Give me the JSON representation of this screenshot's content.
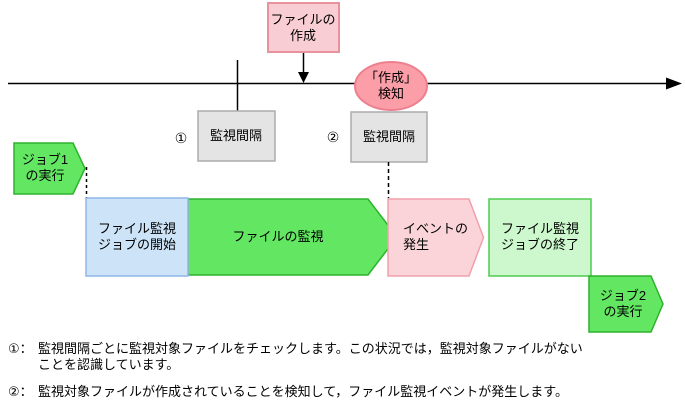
{
  "colors": {
    "line": "#000000",
    "pink_fill": "#F8CDD3",
    "pink_border": "#E8929D",
    "ellipse_fill": "#FB9EA8",
    "ellipse_border": "#EC808E",
    "gray_fill": "#E4E4E4",
    "gray_border": "#ACACAC",
    "blue_fill": "#CDE4F8",
    "blue_border": "#8FB7E8",
    "green_fill": "#63E763",
    "green_border": "#2EB22E",
    "pale_green_fill": "#CDF8CD",
    "pale_green_border": "#4FCB4F",
    "event_fill": "#FAD4D8",
    "event_border": "#F0A0AC"
  },
  "nodes": {
    "file_creation": "ファイルの\n作成",
    "creation_detected": "「作成」\n検知",
    "interval_1_num": "①",
    "interval_1": "監視間隔",
    "interval_2_num": "②",
    "interval_2": "監視間隔",
    "job1": "ジョブ1\nの実行",
    "job_start": "ファイル監視\nジョブの開始",
    "file_monitoring": "ファイルの監視",
    "event_occurs": "イベントの\n発生",
    "job_end": "ファイル監視\nジョブの終了",
    "job2": "ジョブ2\nの実行"
  },
  "notes": [
    {
      "marker": "①：",
      "text": "監視間隔ごとに監視対象ファイルをチェックします。この状況では，監視対象ファイルがない\nことを認識しています。"
    },
    {
      "marker": "②：",
      "text": "監視対象ファイルが作成されていることを検知して，ファイル監視イベントが発生します。"
    }
  ]
}
